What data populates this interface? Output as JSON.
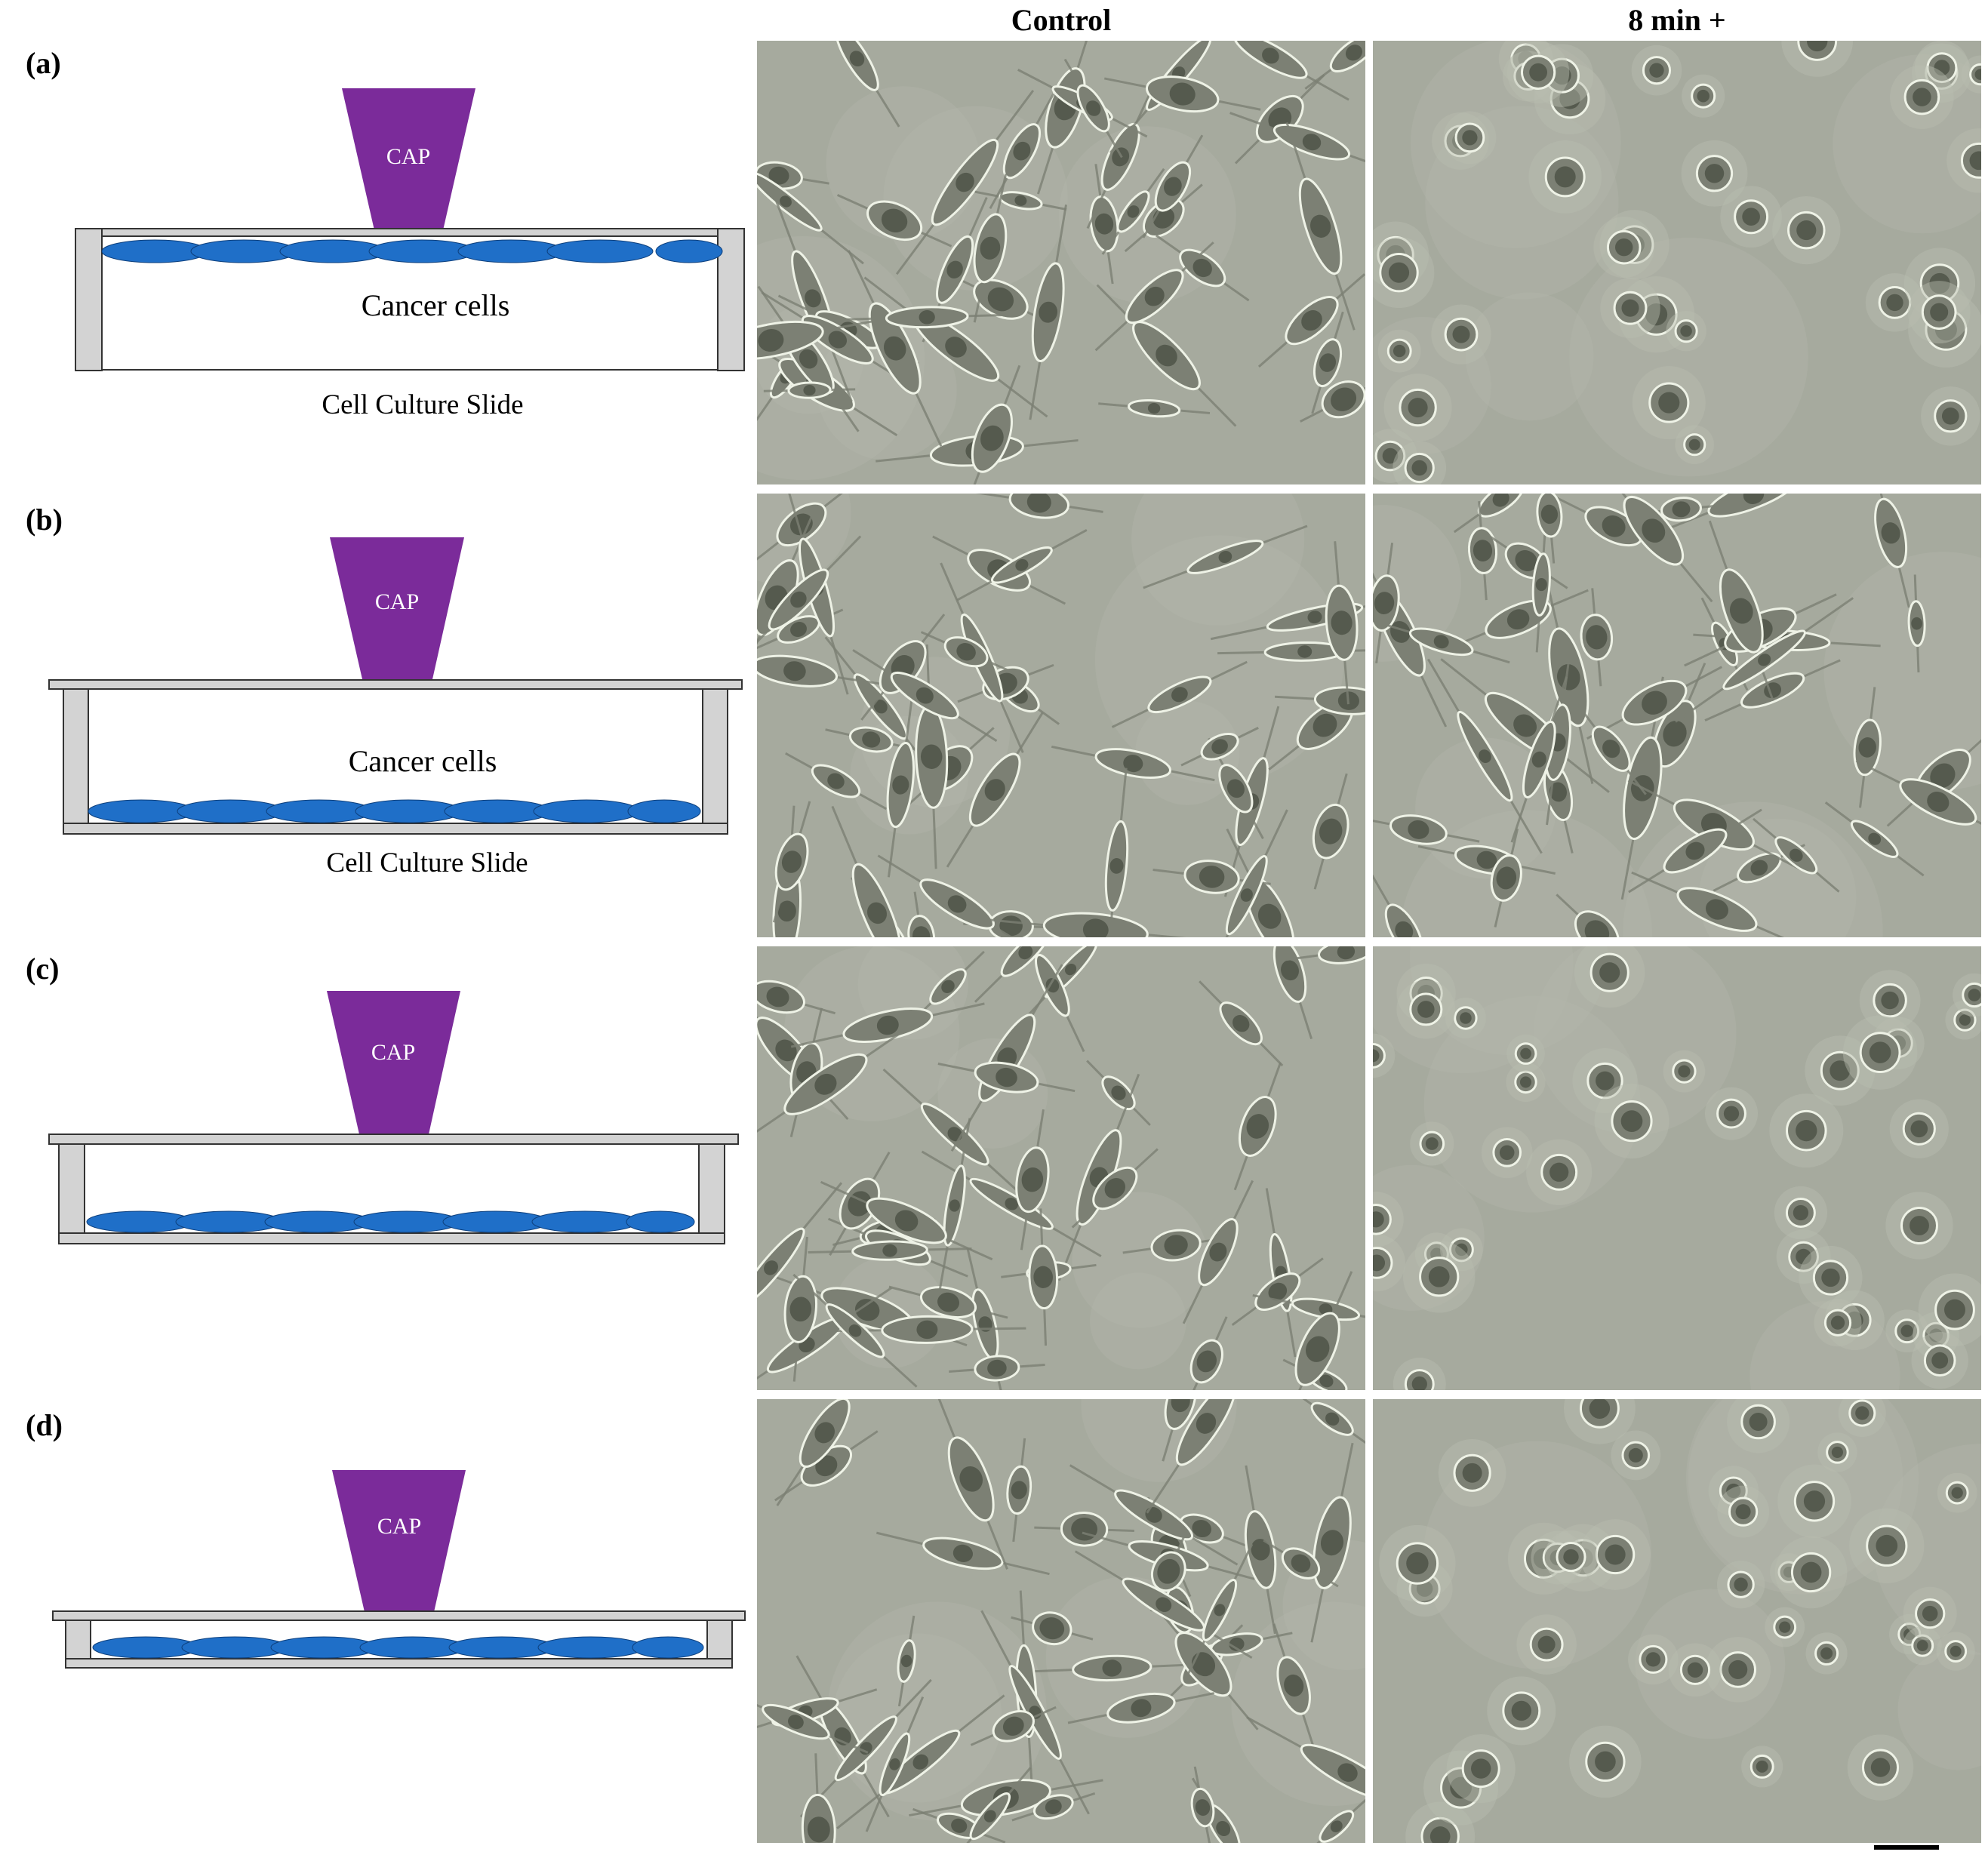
{
  "figure": {
    "columns": [
      "Control",
      "8 min +"
    ],
    "panels": [
      {
        "label": "(a)",
        "cap_label": "CAP",
        "cells_label": "Cancer cells",
        "slide_label": "Cell Culture Slide"
      },
      {
        "label": "(b)",
        "cap_label": "CAP",
        "cells_label": "Cancer cells",
        "slide_label": "Cell Culture Slide"
      },
      {
        "label": "(c)",
        "cap_label": "CAP"
      },
      {
        "label": "(d)",
        "cap_label": "CAP"
      }
    ],
    "colors": {
      "cap": "#7b2b9a",
      "cells": "#1f6fc8",
      "slide_fill": "#d3d3d3",
      "micro_background": "#a6aa9e",
      "cell_body": "#7c8074",
      "cell_edge": "#eef2e6",
      "nucleus": "#555a4e"
    }
  }
}
